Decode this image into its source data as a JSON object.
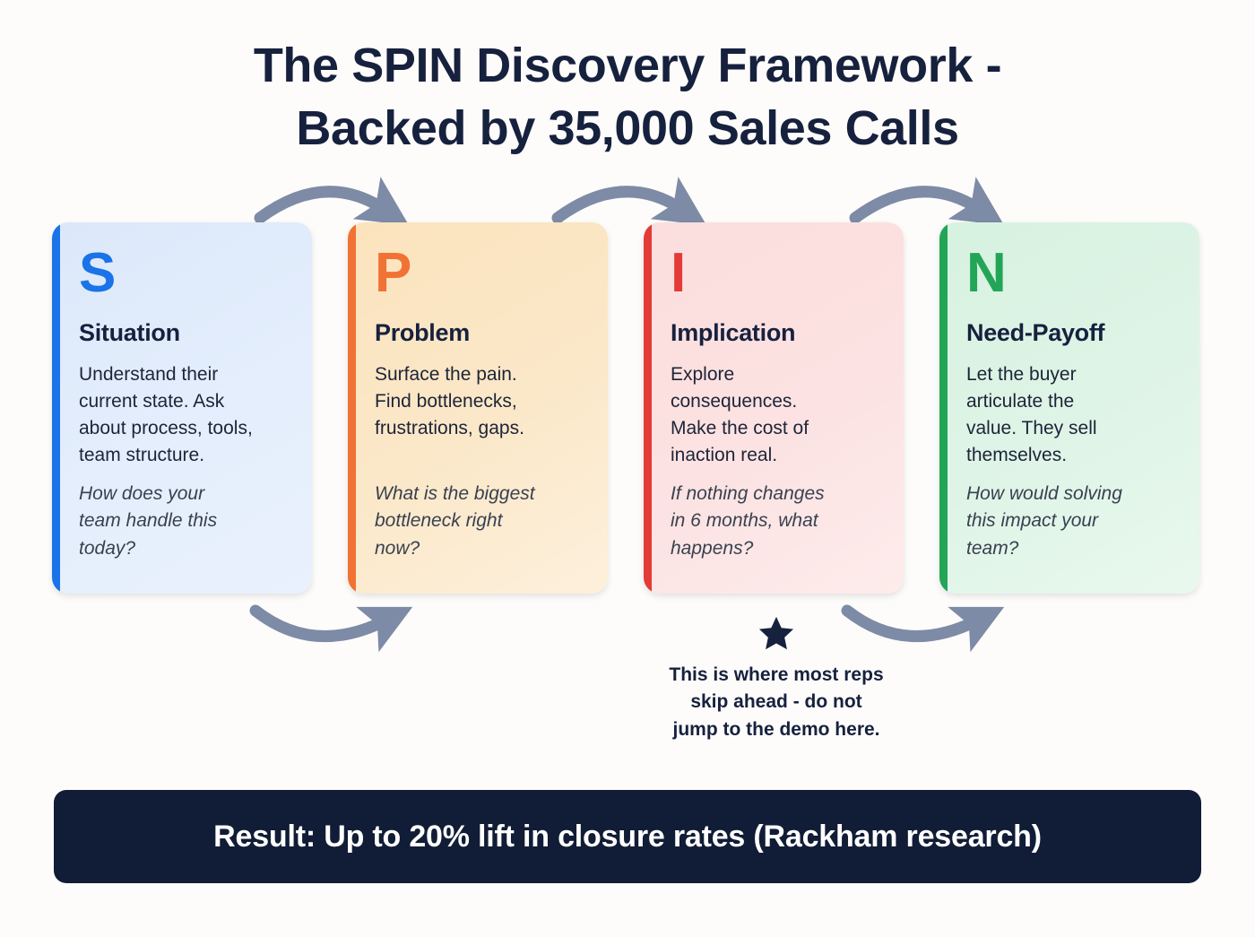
{
  "page": {
    "background_color": "#fdfcfa",
    "title": "The SPIN Discovery Framework -\nBacked by 35,000 Sales Calls"
  },
  "cards": [
    {
      "letter": "S",
      "heading": "Situation",
      "body": "Understand their\ncurrent state. Ask\nabout process, tools,\nteam structure.",
      "question": "How does your\nteam handle this\ntoday?",
      "accent_color": "#1a73e8",
      "background_color": "#e4eefc"
    },
    {
      "letter": "P",
      "heading": "Problem",
      "body": "Surface the pain.\nFind bottlenecks,\nfrustrations, gaps.",
      "question": "What is the biggest\nbottleneck right\nnow?",
      "accent_color": "#f07234",
      "background_color": "#fbe8c9"
    },
    {
      "letter": "I",
      "heading": "Implication",
      "body": "Explore\nconsequences.\nMake the cost of\ninaction real.",
      "question": "If nothing changes\nin 6 months, what\nhappens?",
      "accent_color": "#e33b37",
      "background_color": "#fce2e2"
    },
    {
      "letter": "N",
      "heading": "Need-Payoff",
      "body": "Let the buyer\narticulate the\nvalue. They sell\nthemselves.",
      "question": "How would solving\nthis impact your\nteam?",
      "accent_color": "#23a557",
      "background_color": "#dff4e7"
    }
  ],
  "callout": {
    "icon": "star-icon",
    "icon_color": "#16213e",
    "text": "This is where most reps\nskip ahead - do not\njump to the demo here."
  },
  "result_banner": {
    "text": "Result: Up to 20% lift in closure rates (Rackham research)",
    "background_color": "#111c36",
    "text_color": "#ffffff"
  },
  "arrows": {
    "color": "#7d8ba6",
    "count_top": 3,
    "count_bottom": 2
  }
}
